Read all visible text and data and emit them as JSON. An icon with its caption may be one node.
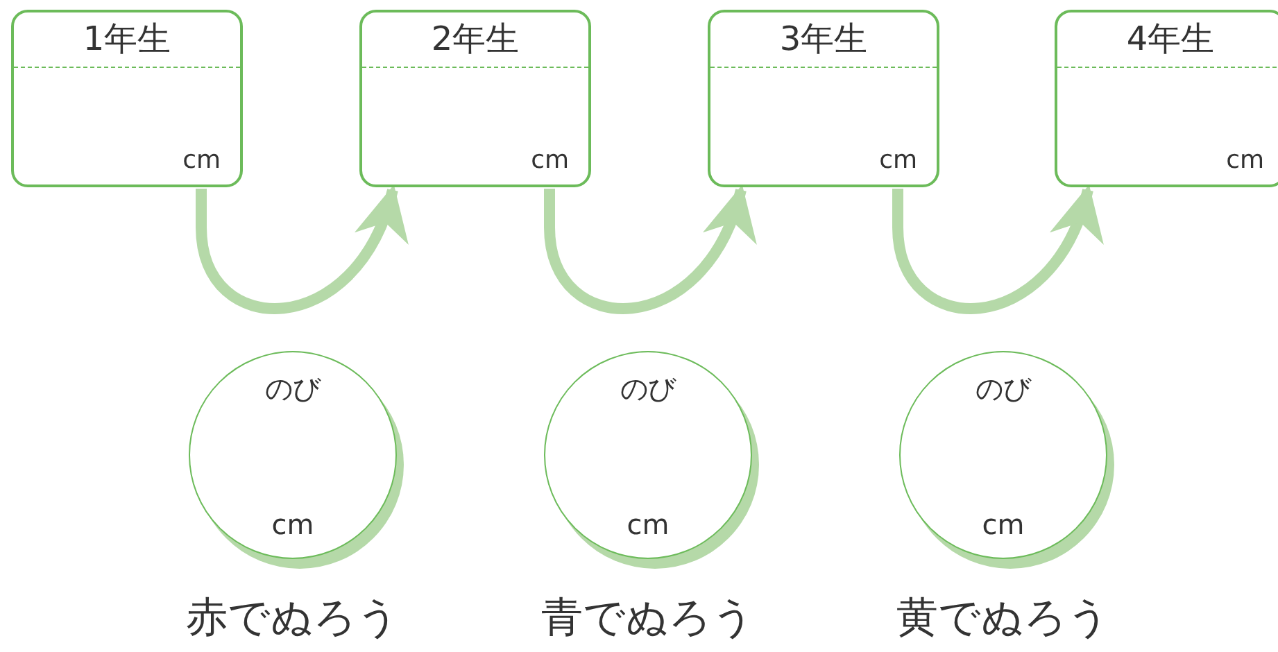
{
  "diagram": {
    "nodes": [
      {
        "text": [
          "1年生",
          "cm"
        ]
      },
      {
        "text": [
          "2年生",
          "cm"
        ]
      },
      {
        "text": [
          "3年生",
          "cm"
        ]
      },
      {
        "text": [
          "4年生",
          "cm"
        ]
      },
      {
        "text": [
          "のび",
          "cm"
        ],
        "beside": [
          "赤でぬろう"
        ]
      },
      {
        "text": [
          "のび",
          "cm"
        ],
        "beside": [
          "青でぬろう"
        ]
      },
      {
        "text": [
          "のび",
          "cm"
        ],
        "beside": [
          "黄でぬろう"
        ]
      }
    ],
    "edges": [
      {
        "from": 0,
        "to": 1,
        "arrow": "to"
      },
      {
        "from": 1,
        "to": 2,
        "arrow": "to"
      },
      {
        "from": 2,
        "to": 3,
        "arrow": "to"
      }
    ]
  }
}
